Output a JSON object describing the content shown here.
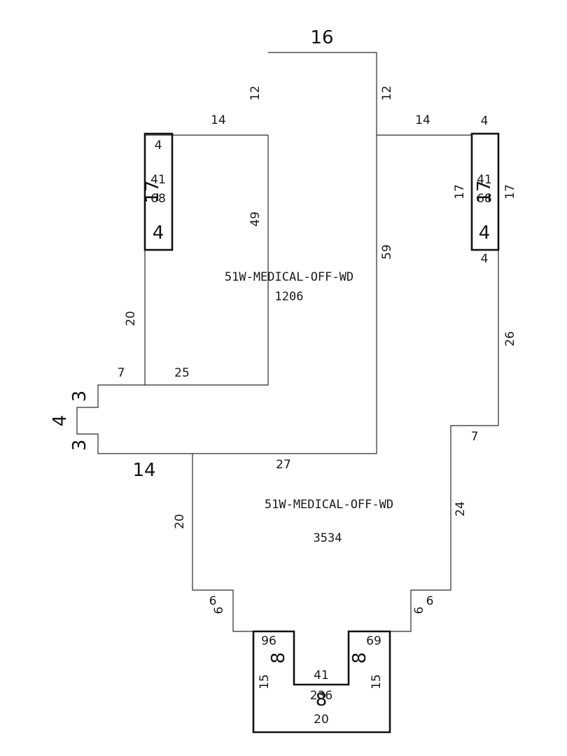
{
  "areas": [
    {
      "code": "51W-MEDICAL-OFF-WD",
      "sqft": "1206"
    },
    {
      "code": "51W-MEDICAL-OFF-WD",
      "sqft": "3534"
    }
  ],
  "dims": {
    "top_width": "16",
    "top_left_side": "12",
    "top_right_side": "12",
    "left_shoulder": "14",
    "right_shoulder": "14",
    "inner_left_vertical": "49",
    "right_column_vertical": "59",
    "left_wall_upper": "20",
    "left_notch_top": "7",
    "step_in": "25",
    "notch_upper": "3",
    "notch_depth": "4",
    "notch_lower": "3",
    "bottom_left_run": "14",
    "mid_run": "27",
    "right_wall_upper": "26",
    "right_step": "7",
    "right_wall_lower": "24",
    "left_wall_lower": "20",
    "left_chamfer_h": "6",
    "left_chamfer_v": "6",
    "right_chamfer_h": "6",
    "right_chamfer_v": "6"
  },
  "left_box": {
    "top": "4",
    "area": "41",
    "side": "17",
    "code": "68",
    "bottom": "4"
  },
  "right_box": {
    "top": "4",
    "area": "41",
    "left_side": "17",
    "side": "17",
    "code": "68",
    "right_side": "17",
    "bottom": "4"
  },
  "bottom_box": {
    "left_area": "96",
    "left_inner": "8",
    "right_area": "69",
    "right_inner": "8",
    "left_side": "15",
    "right_side": "15",
    "notch_area": "41",
    "notch_code": "236",
    "notch_depth": "8",
    "bottom_width": "20"
  }
}
